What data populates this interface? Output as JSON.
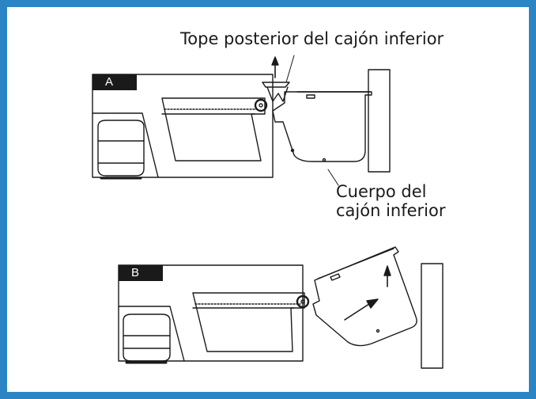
{
  "labels": {
    "top_stop": "Tope posterior del cajón inferior",
    "drawer_body_line1": "Cuerpo del",
    "drawer_body_line2": "cajón inferior"
  },
  "panels": [
    {
      "id": "A",
      "badge": "A"
    },
    {
      "id": "B",
      "badge": "B"
    }
  ],
  "colors": {
    "border": "#2b85c4",
    "ink": "#1a1a1a",
    "badge_bg": "#1a1a1a"
  }
}
